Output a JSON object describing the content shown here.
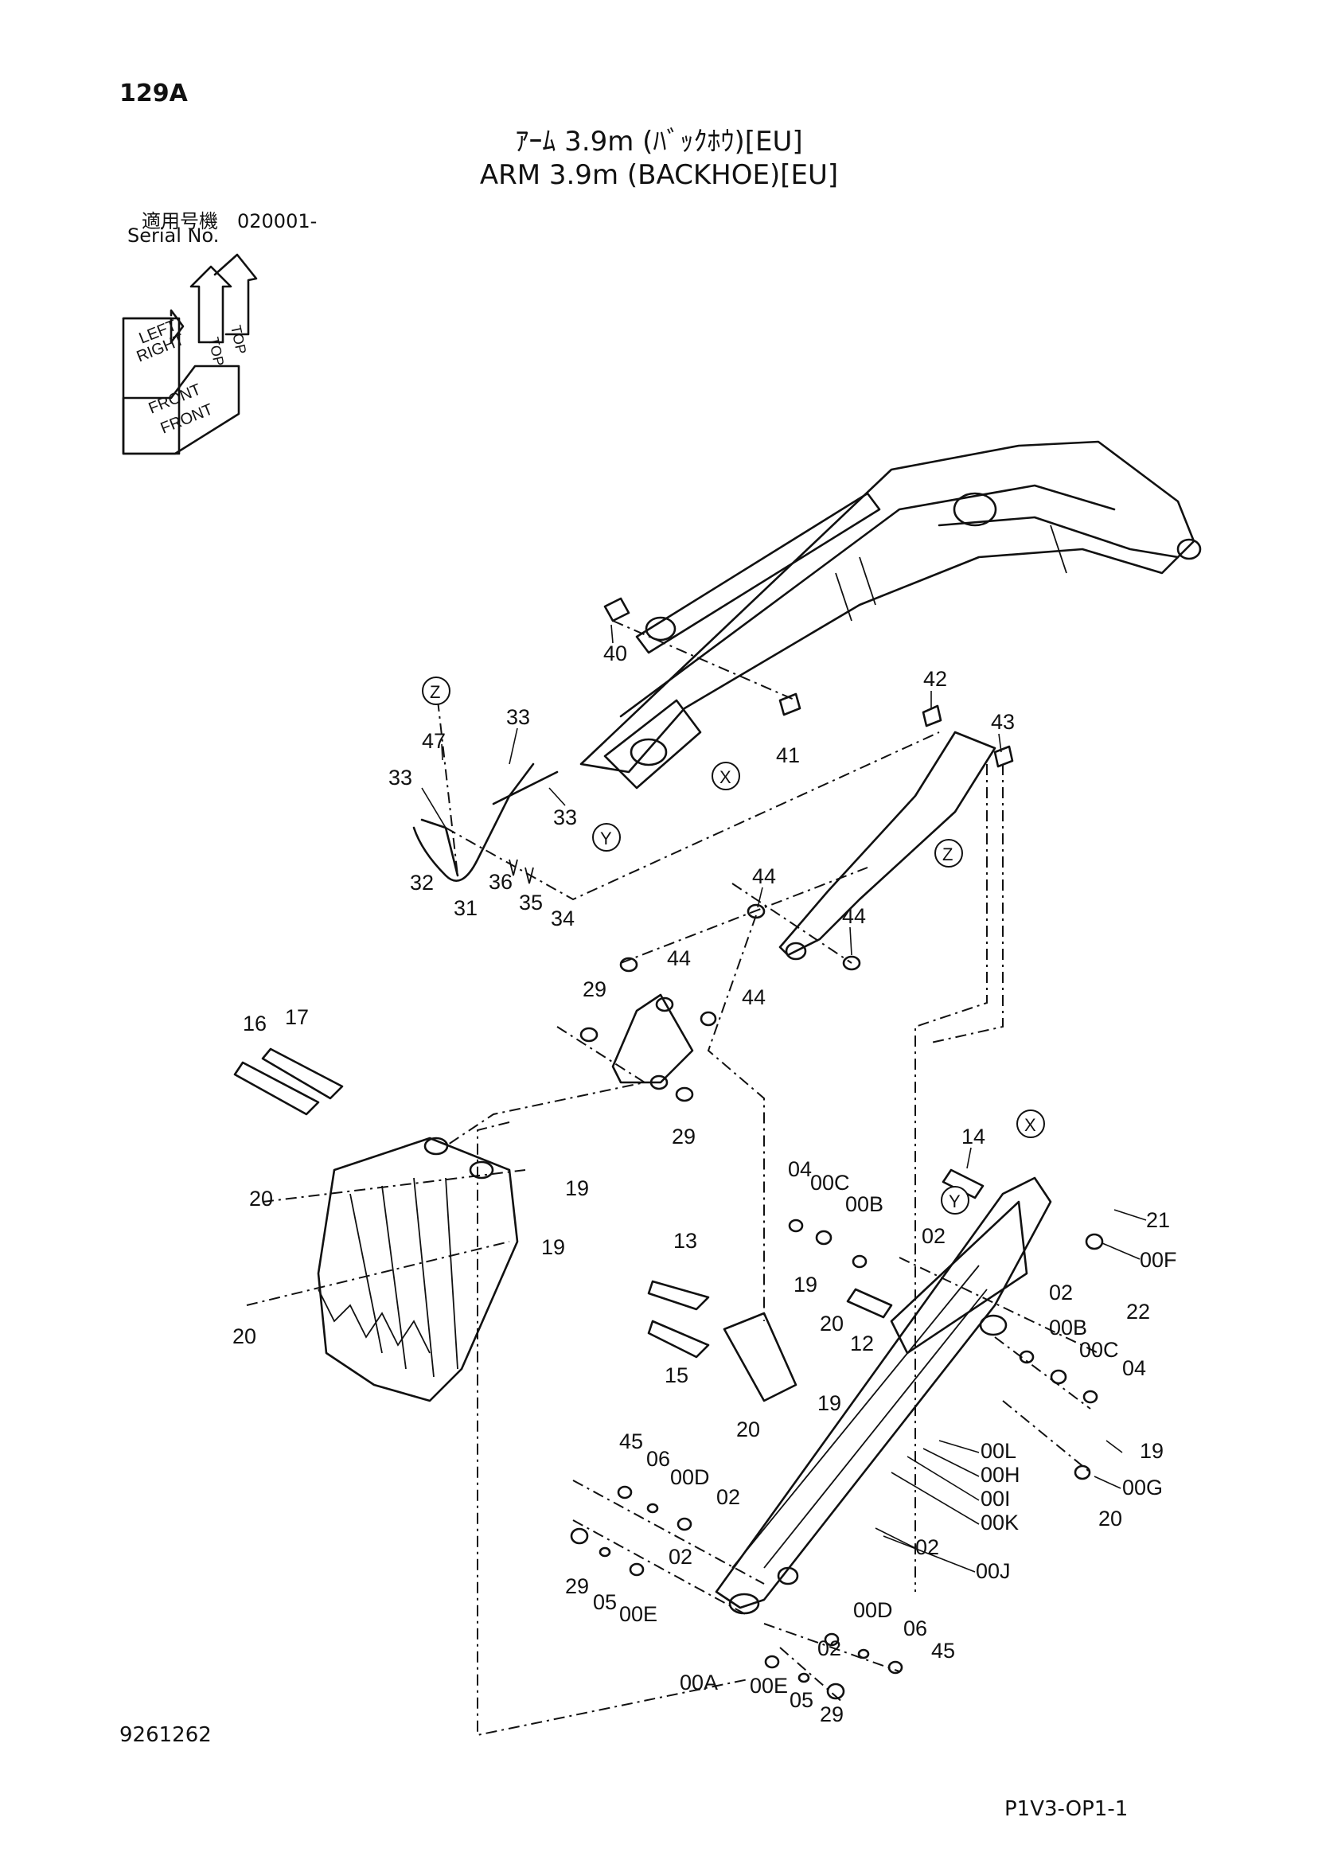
{
  "header": {
    "page_number": "129A",
    "title_jp": "ｱｰﾑ 3.9m (ﾊﾞｯｸﾎｳ)[EU]",
    "title_en": "ARM 3.9m (BACKHOE)[EU]",
    "serial_label_jp": "適用号機　020001-",
    "serial_label_en": "Serial No."
  },
  "orientation_icon": {
    "labels": [
      "RIGHT",
      "LEFT",
      "FRONT",
      "FRONT",
      "TOP",
      "TOP"
    ]
  },
  "view_markers": [
    "Z",
    "Y",
    "X",
    "Z",
    "Y",
    "X"
  ],
  "part_callouts": [
    "40",
    "33",
    "47",
    "33",
    "33",
    "32",
    "31",
    "36",
    "35",
    "34",
    "41",
    "42",
    "43",
    "44",
    "44",
    "44",
    "44",
    "29",
    "29",
    "16",
    "17",
    "20",
    "19",
    "19",
    "20",
    "14",
    "04",
    "00C",
    "00B",
    "02",
    "21",
    "00F",
    "02",
    "22",
    "00B",
    "00C",
    "04",
    "13",
    "19",
    "20",
    "12",
    "15",
    "19",
    "20",
    "00L",
    "00H",
    "00I",
    "00K",
    "02",
    "00J",
    "19",
    "00G",
    "20",
    "45",
    "06",
    "00D",
    "02",
    "02",
    "29",
    "05",
    "00E",
    "00D",
    "06",
    "45",
    "02",
    "00A",
    "00E",
    "05",
    "29"
  ],
  "footer": {
    "drawing_number": "9261262",
    "page_code": "P1V3-OP1-1"
  }
}
